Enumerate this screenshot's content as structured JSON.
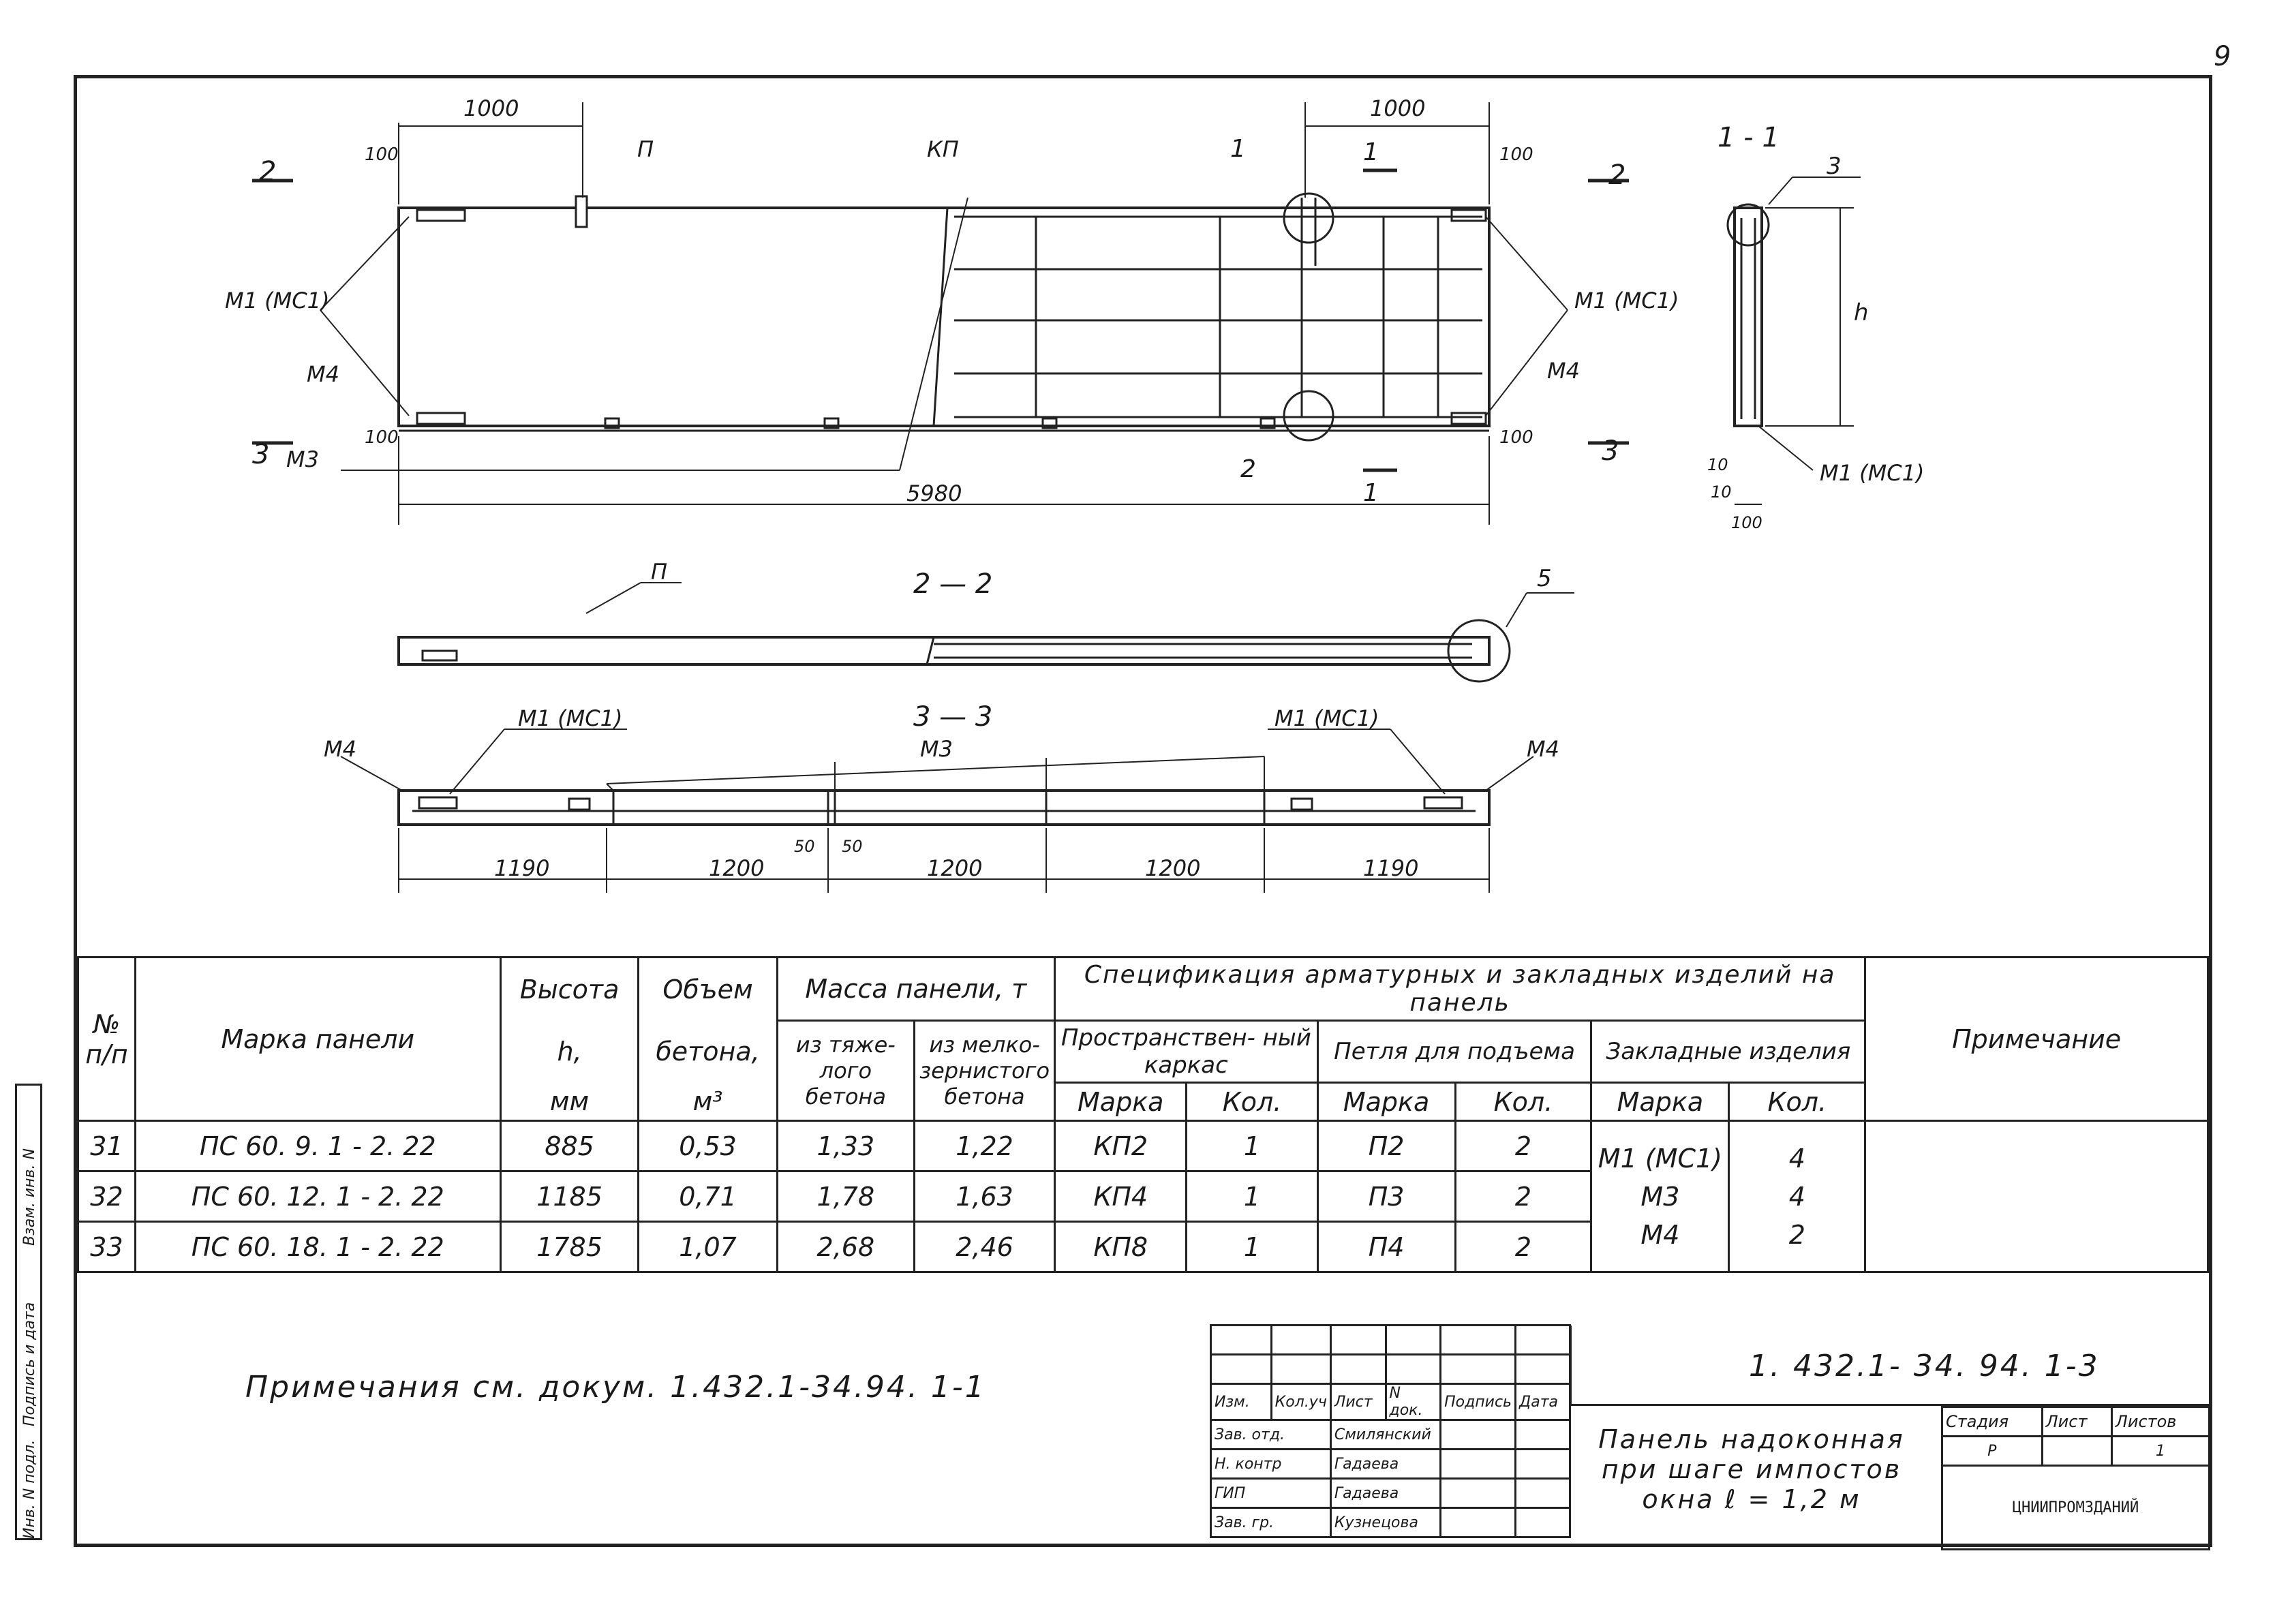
{
  "page_number": "9",
  "drawing": {
    "labels": {
      "dim_1000": "1000",
      "dim_100": "100",
      "dim_5980": "5980",
      "dim_10": "10",
      "dim_1190": "1190",
      "dim_1200": "1200",
      "dim_50": "50",
      "mark_P": "П",
      "mark_KP": "КП",
      "mark_M1": "М1 (МС1)",
      "mark_M4": "М4",
      "mark_M3": "М3",
      "mark_h": "h",
      "section_1_1": "1 - 1",
      "section_2_2": "2 — 2",
      "section_3_3": "3 — 3",
      "cut_1": "1",
      "cut_2": "2",
      "cut_3": "3",
      "callout_3": "3",
      "callout_5": "5"
    }
  },
  "table": {
    "head": {
      "num": "№ п/п",
      "mark": "Марка панели",
      "height": "Высота",
      "height_sym": "h,",
      "height_unit": "мм",
      "volume": "Объем",
      "volume_sub": "бетона,",
      "volume_unit": "м³",
      "mass": "Масса панели, т",
      "mass_heavy": "из тяже- лого бетона",
      "mass_fine": "из мелко- зернистого бетона",
      "spec": "Спецификация арматурных и закладных изделий на панель",
      "frame": "Пространствен- ный каркас",
      "loop": "Петля для подъема",
      "embedded": "Закладные изделия",
      "sub_mark": "Марка",
      "sub_qty": "Кол.",
      "note": "Примечание"
    },
    "rows": [
      {
        "n": "31",
        "mark": "ПС 60. 9. 1 - 2. 22",
        "h": "885",
        "vol": "0,53",
        "m_heavy": "1,33",
        "m_fine": "1,22",
        "frame": "КП2",
        "frame_q": "1",
        "loop": "П2",
        "loop_q": "2"
      },
      {
        "n": "32",
        "mark": "ПС 60. 12. 1 - 2. 22",
        "h": "1185",
        "vol": "0,71",
        "m_heavy": "1,78",
        "m_fine": "1,63",
        "frame": "КП4",
        "frame_q": "1",
        "loop": "П3",
        "loop_q": "2"
      },
      {
        "n": "33",
        "mark": "ПС 60. 18. 1 - 2. 22",
        "h": "1785",
        "vol": "1,07",
        "m_heavy": "2,68",
        "m_fine": "2,46",
        "frame": "КП8",
        "frame_q": "1",
        "loop": "П4",
        "loop_q": "2"
      }
    ],
    "embedded_marks": [
      "М1 (МС1)",
      "М3",
      "М4"
    ],
    "embedded_qty": [
      "4",
      "4",
      "2"
    ]
  },
  "note_text": "Примечания см. докум. 1.432.1-34.94. 1-1",
  "title_block": {
    "code": "1. 432.1- 34. 94. 1-3",
    "col_izm": "Изм.",
    "col_kol": "Кол.уч",
    "col_list": "Лист",
    "col_ndok": "N док.",
    "col_sign": "Подпись",
    "col_date": "Дата",
    "roles": [
      {
        "role": "Зав. отд.",
        "name": "Смилянский"
      },
      {
        "role": "Н. контр",
        "name": "Гадаева"
      },
      {
        "role": "ГИП",
        "name": "Гадаева"
      },
      {
        "role": "Зав. гр.",
        "name": "Кузнецова"
      }
    ],
    "title": "Панель надоконная при шаге импостов окна ℓ = 1,2 м",
    "stage_label": "Стадия",
    "sheet_label": "Лист",
    "sheets_label": "Листов",
    "stage": "Р",
    "sheets": "1",
    "org": "ЦНИИПРОМЗДАНИЙ"
  },
  "side_stamp": [
    "Инв. N подл.",
    "Подпись и дата",
    "Взам. инв. N"
  ]
}
